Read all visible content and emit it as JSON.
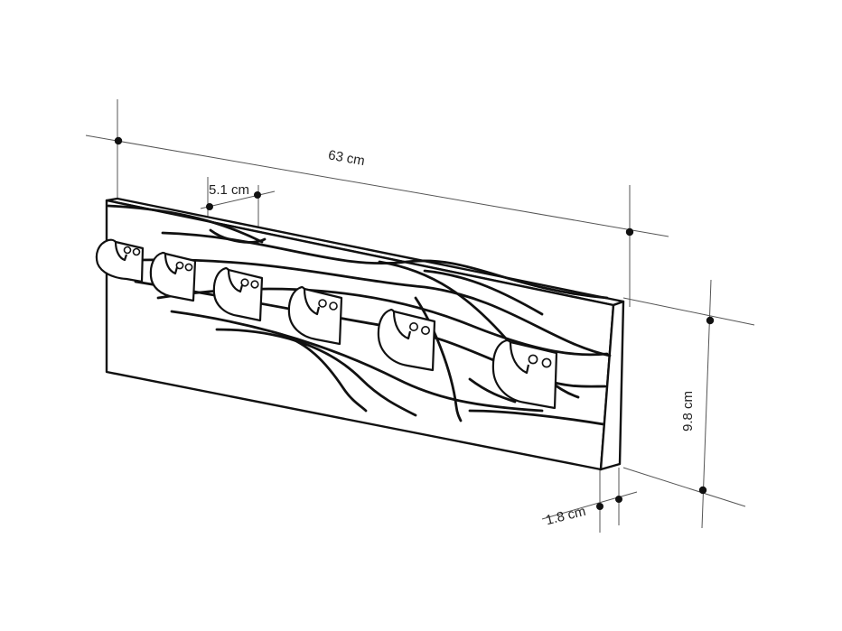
{
  "dimensions": {
    "length": "63 cm",
    "hook_spacing": "5.1 cm",
    "height": "9.8 cm",
    "depth": "1.8 cm"
  },
  "colors": {
    "line": "#111111",
    "dimension": "#555555",
    "background": "#ffffff"
  }
}
